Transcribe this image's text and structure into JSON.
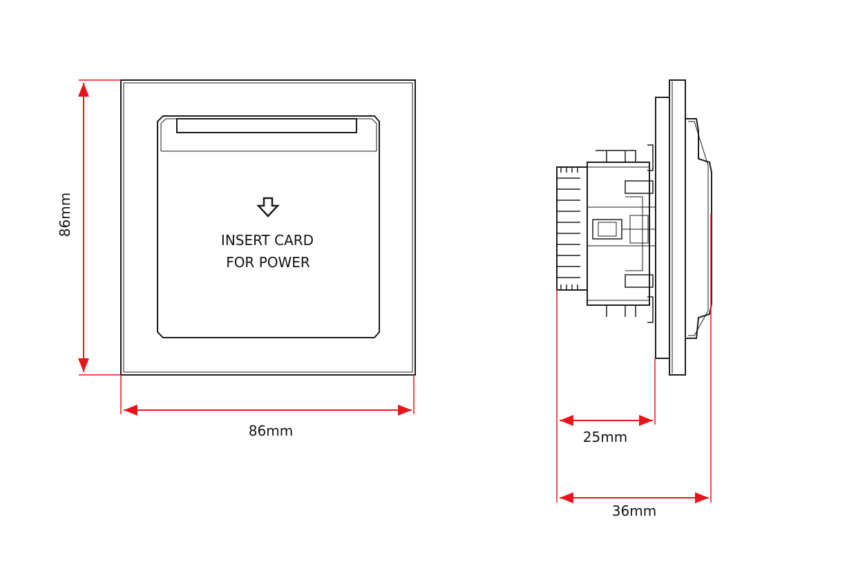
{
  "front_view": {
    "label_line1": "INSERT CARD",
    "label_line2": "FOR POWER",
    "width_label": "86mm",
    "height_label": "86mm"
  },
  "side_view": {
    "body_depth_label": "25mm",
    "total_depth_label": "36mm"
  },
  "colors": {
    "dimension_line": "#e8141b",
    "outline": "#1a1a1a"
  }
}
